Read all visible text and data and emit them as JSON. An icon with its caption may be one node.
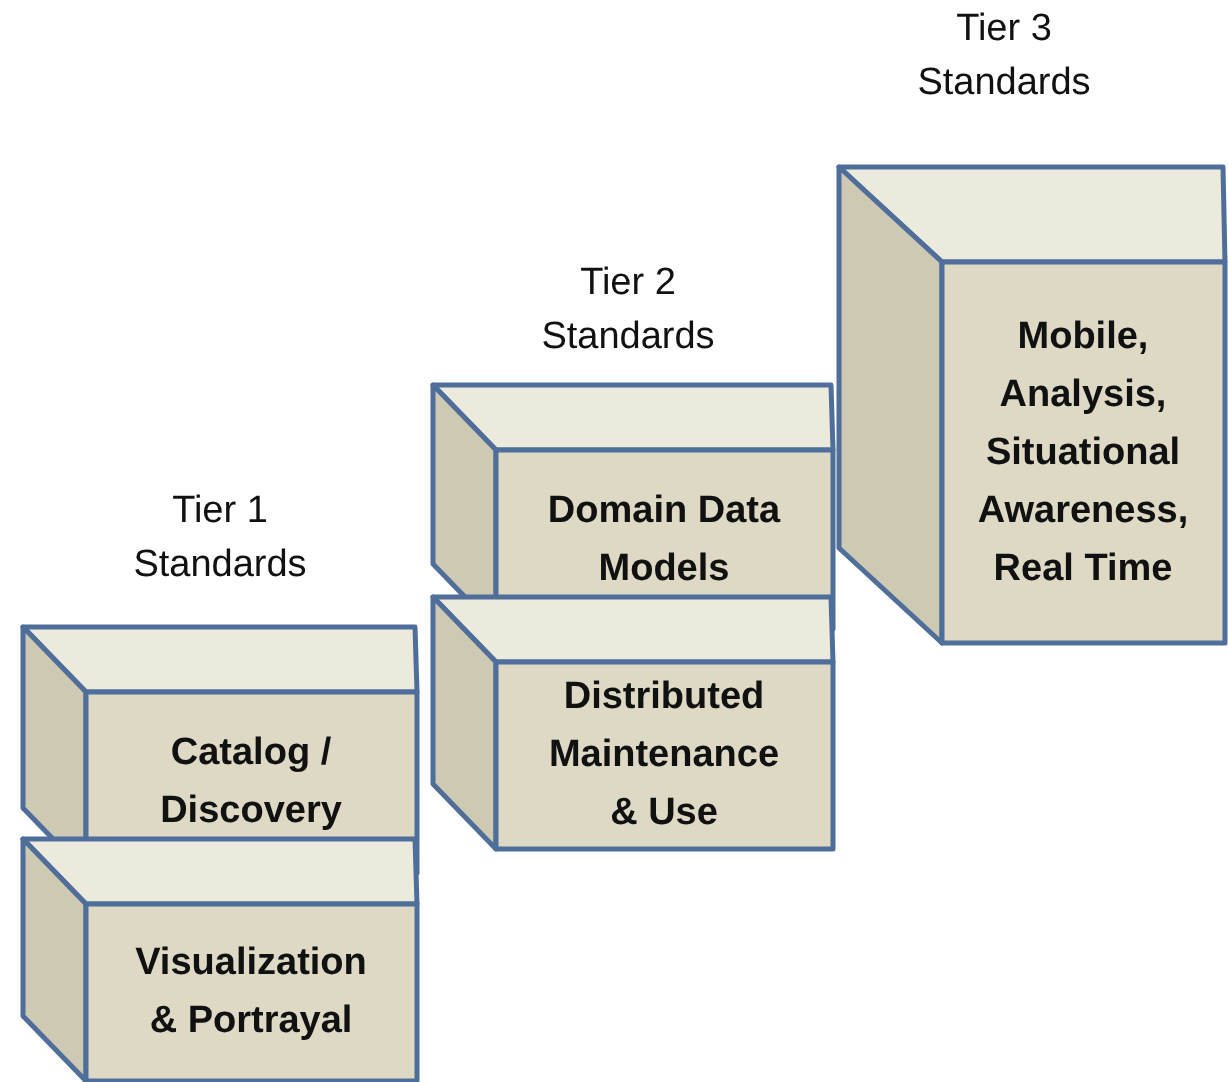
{
  "diagram": {
    "nodes": [
      {
        "text": [
          "Catalog / Discovery"
        ]
      },
      {
        "text": [
          "Visualization & Portrayal"
        ]
      },
      {
        "text": [
          "Domain Data Models"
        ]
      },
      {
        "text": [
          "Distributed Maintenance & Use"
        ]
      },
      {
        "text": [
          "Mobile, Analysis, Situational Awareness, Real Time"
        ]
      }
    ],
    "labels": [
      "Tier 1 Standards",
      "Tier 2 Standards",
      "Tier 3 Standards"
    ]
  }
}
